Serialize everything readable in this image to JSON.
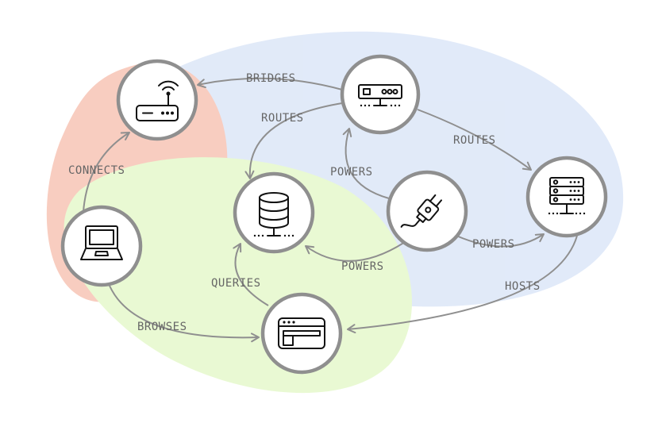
{
  "groups": [
    {
      "id": "red",
      "color": "#f4a58d"
    },
    {
      "id": "blue",
      "color": "#c9d9f4"
    },
    {
      "id": "green",
      "color": "#d8f5b0"
    }
  ],
  "nodes": [
    {
      "id": "router",
      "icon": "router-icon"
    },
    {
      "id": "switch",
      "icon": "network-switch-icon"
    },
    {
      "id": "database",
      "icon": "database-icon"
    },
    {
      "id": "power",
      "icon": "power-plug-icon"
    },
    {
      "id": "server",
      "icon": "server-rack-icon"
    },
    {
      "id": "laptop",
      "icon": "laptop-icon"
    },
    {
      "id": "webapp",
      "icon": "browser-window-icon"
    }
  ],
  "edges": [
    {
      "id": "switch-router",
      "label": "BRIDGES"
    },
    {
      "id": "switch-database",
      "label": "ROUTES"
    },
    {
      "id": "switch-server",
      "label": "ROUTES"
    },
    {
      "id": "power-switch",
      "label": "POWERS"
    },
    {
      "id": "power-database",
      "label": "POWERS"
    },
    {
      "id": "power-server",
      "label": "POWERS"
    },
    {
      "id": "laptop-router",
      "label": "CONNECTS"
    },
    {
      "id": "server-webapp",
      "label": "HOSTS"
    },
    {
      "id": "webapp-database",
      "label": "QUERIES"
    },
    {
      "id": "laptop-webapp",
      "label": "BROWSES"
    }
  ]
}
